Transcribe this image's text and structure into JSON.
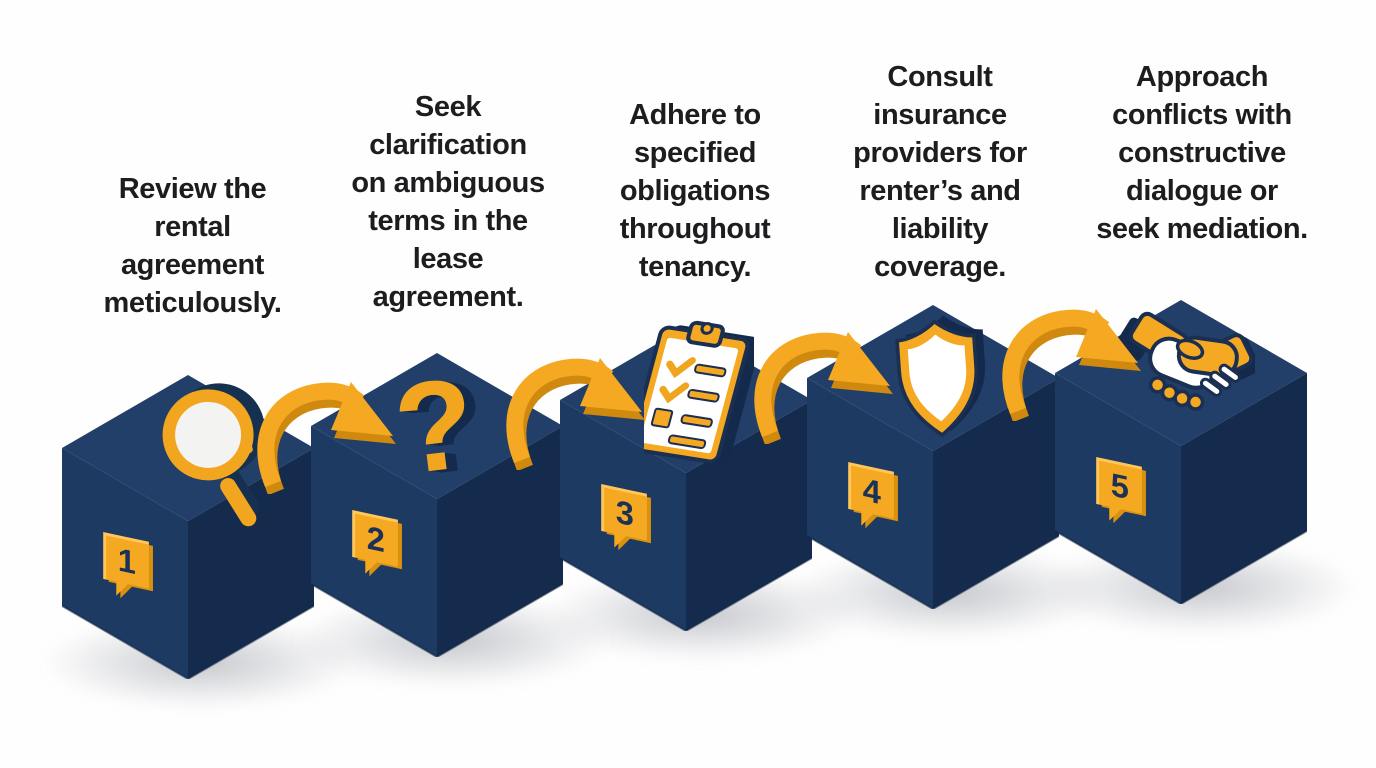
{
  "infographic": {
    "kind": "5-step isometric process diagram",
    "topic": "rental agreement / tenancy steps"
  },
  "steps": [
    {
      "number": "1",
      "icon": "magnifier-icon",
      "label": "Review the\nrental\nagreement\nmeticulously."
    },
    {
      "number": "2",
      "icon": "question-mark-icon",
      "icon_glyph": "?",
      "label": "Seek\nclarification\non ambiguous\nterms in the\nlease\nagreement."
    },
    {
      "number": "3",
      "icon": "checklist-clipboard-icon",
      "label": "Adhere to\nspecified\nobligations\nthroughout\ntenancy."
    },
    {
      "number": "4",
      "icon": "shield-icon",
      "label": "Consult\ninsurance\nproviders for\nrenter’s and\nliability\ncoverage."
    },
    {
      "number": "5",
      "icon": "handshake-icon",
      "label": "Approach\nconflicts with\nconstructive\ndialogue or\nseek mediation."
    }
  ],
  "colors": {
    "background": "#FEFEFE",
    "cube_top": "#223F69",
    "cube_left": "#1D3A63",
    "cube_right": "#152B4D",
    "accent_yellow": "#F2A61F",
    "accent_yellow_dark": "#D0890F",
    "accent_yellow_light": "#FFC75A",
    "outline_navy": "#1B2F52",
    "text": "#1D1D1F"
  }
}
